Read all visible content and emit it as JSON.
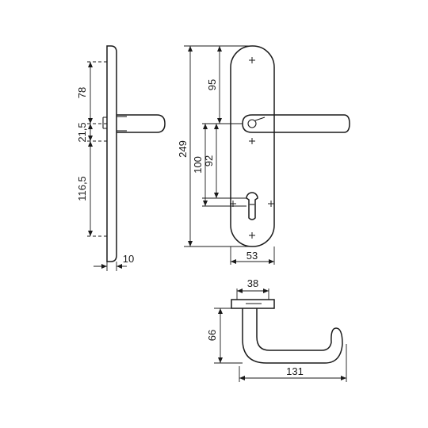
{
  "dimensions": {
    "side_view": {
      "upper_to_spindle": "78",
      "spindle_offset": "21,5",
      "lower_to_bottom": "116,5",
      "plate_thickness": "10"
    },
    "front_view": {
      "overall_height": "249",
      "top_to_spindle": "95",
      "spindle_to_cylinder_outer": "100",
      "spindle_to_cylinder": "92",
      "plate_width": "53"
    },
    "lever_view": {
      "rose_width": "38",
      "lever_height": "66",
      "lever_length": "131"
    }
  }
}
